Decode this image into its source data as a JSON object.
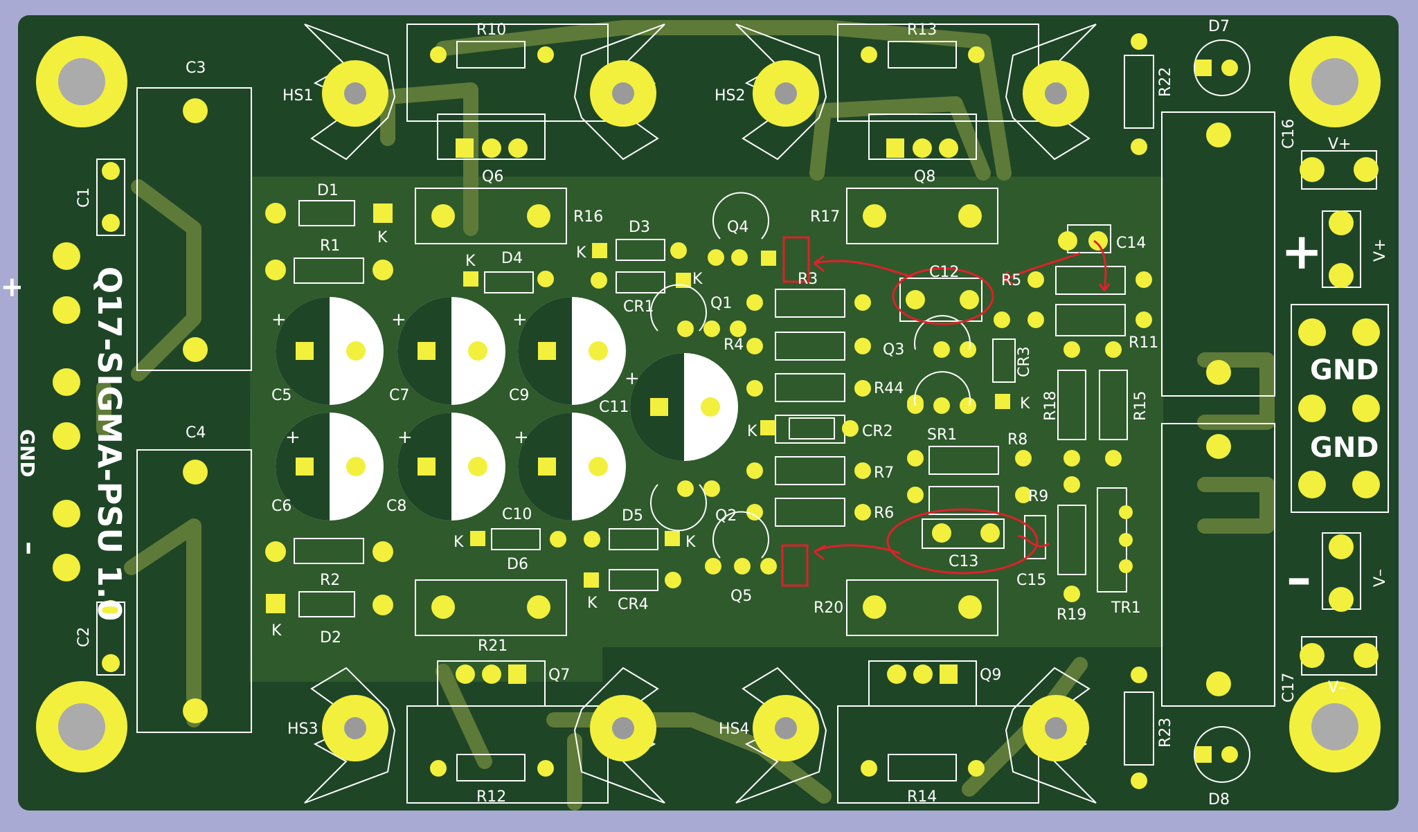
{
  "board": {
    "title": "Q17-SIGMA-PSU 1.0",
    "colors": {
      "background": "#a9aad4",
      "board": "#1f4527",
      "copper_pour": "#2f5a2c",
      "trace": "#5e7a38",
      "silkscreen": "#ffffff",
      "pad": "#f2f03c",
      "annotation": "#e0202a"
    },
    "annotations": {
      "count": 6,
      "description": "red hand-drawn circles and arrows marking C12, C13, R3/Q4 area, R5/C14, Q5 area and C15"
    }
  },
  "labels": {
    "C3": "C3",
    "C1": "C1",
    "C4": "C4",
    "C2": "C2",
    "plus_left": "+",
    "gnd_left": "GND",
    "minus_left": "–",
    "HS1": "HS1",
    "HS2": "HS2",
    "HS3": "HS3",
    "HS4": "HS4",
    "R10": "R10",
    "R13": "R13",
    "R12": "R12",
    "R14": "R14",
    "Q6": "Q6",
    "Q8": "Q8",
    "Q7": "Q7",
    "Q9": "Q9",
    "D1": "D1",
    "D2": "D2",
    "D3": "D3",
    "D4": "D4",
    "D5": "D5",
    "D6": "D6",
    "D7": "D7",
    "D8": "D8",
    "R1": "R1",
    "R2": "R2",
    "R16": "R16",
    "R17": "R17",
    "R20": "R20",
    "R21": "R21",
    "R22": "R22",
    "R23": "R23",
    "Q4": "Q4",
    "Q1": "Q1",
    "Q3": "Q3",
    "Q2": "Q2",
    "Q5": "Q5",
    "CR1": "CR1",
    "CR2": "CR2",
    "CR3": "CR3",
    "CR4": "CR4",
    "R3": "R3",
    "R4": "R4",
    "R44": "R44",
    "R5": "R5",
    "R11": "R11",
    "R18": "R18",
    "R15": "R15",
    "R8": "R8",
    "R9": "R9",
    "R7": "R7",
    "R6": "R6",
    "R19": "R19",
    "C5": "C5",
    "C6": "C6",
    "C7": "C7",
    "C8": "C8",
    "C9": "C9",
    "C10": "C10",
    "C11": "C11",
    "C12": "C12",
    "C13": "C13",
    "C14": "C14",
    "C15": "C15",
    "C16": "C16",
    "C17": "C17",
    "SR1": "SR1",
    "TR1": "TR1",
    "Vplus": "V+",
    "Vminus": "V–",
    "GND": "GND",
    "K": "K",
    "plus": "+",
    "plus_right": "+",
    "minus_right": "–"
  }
}
